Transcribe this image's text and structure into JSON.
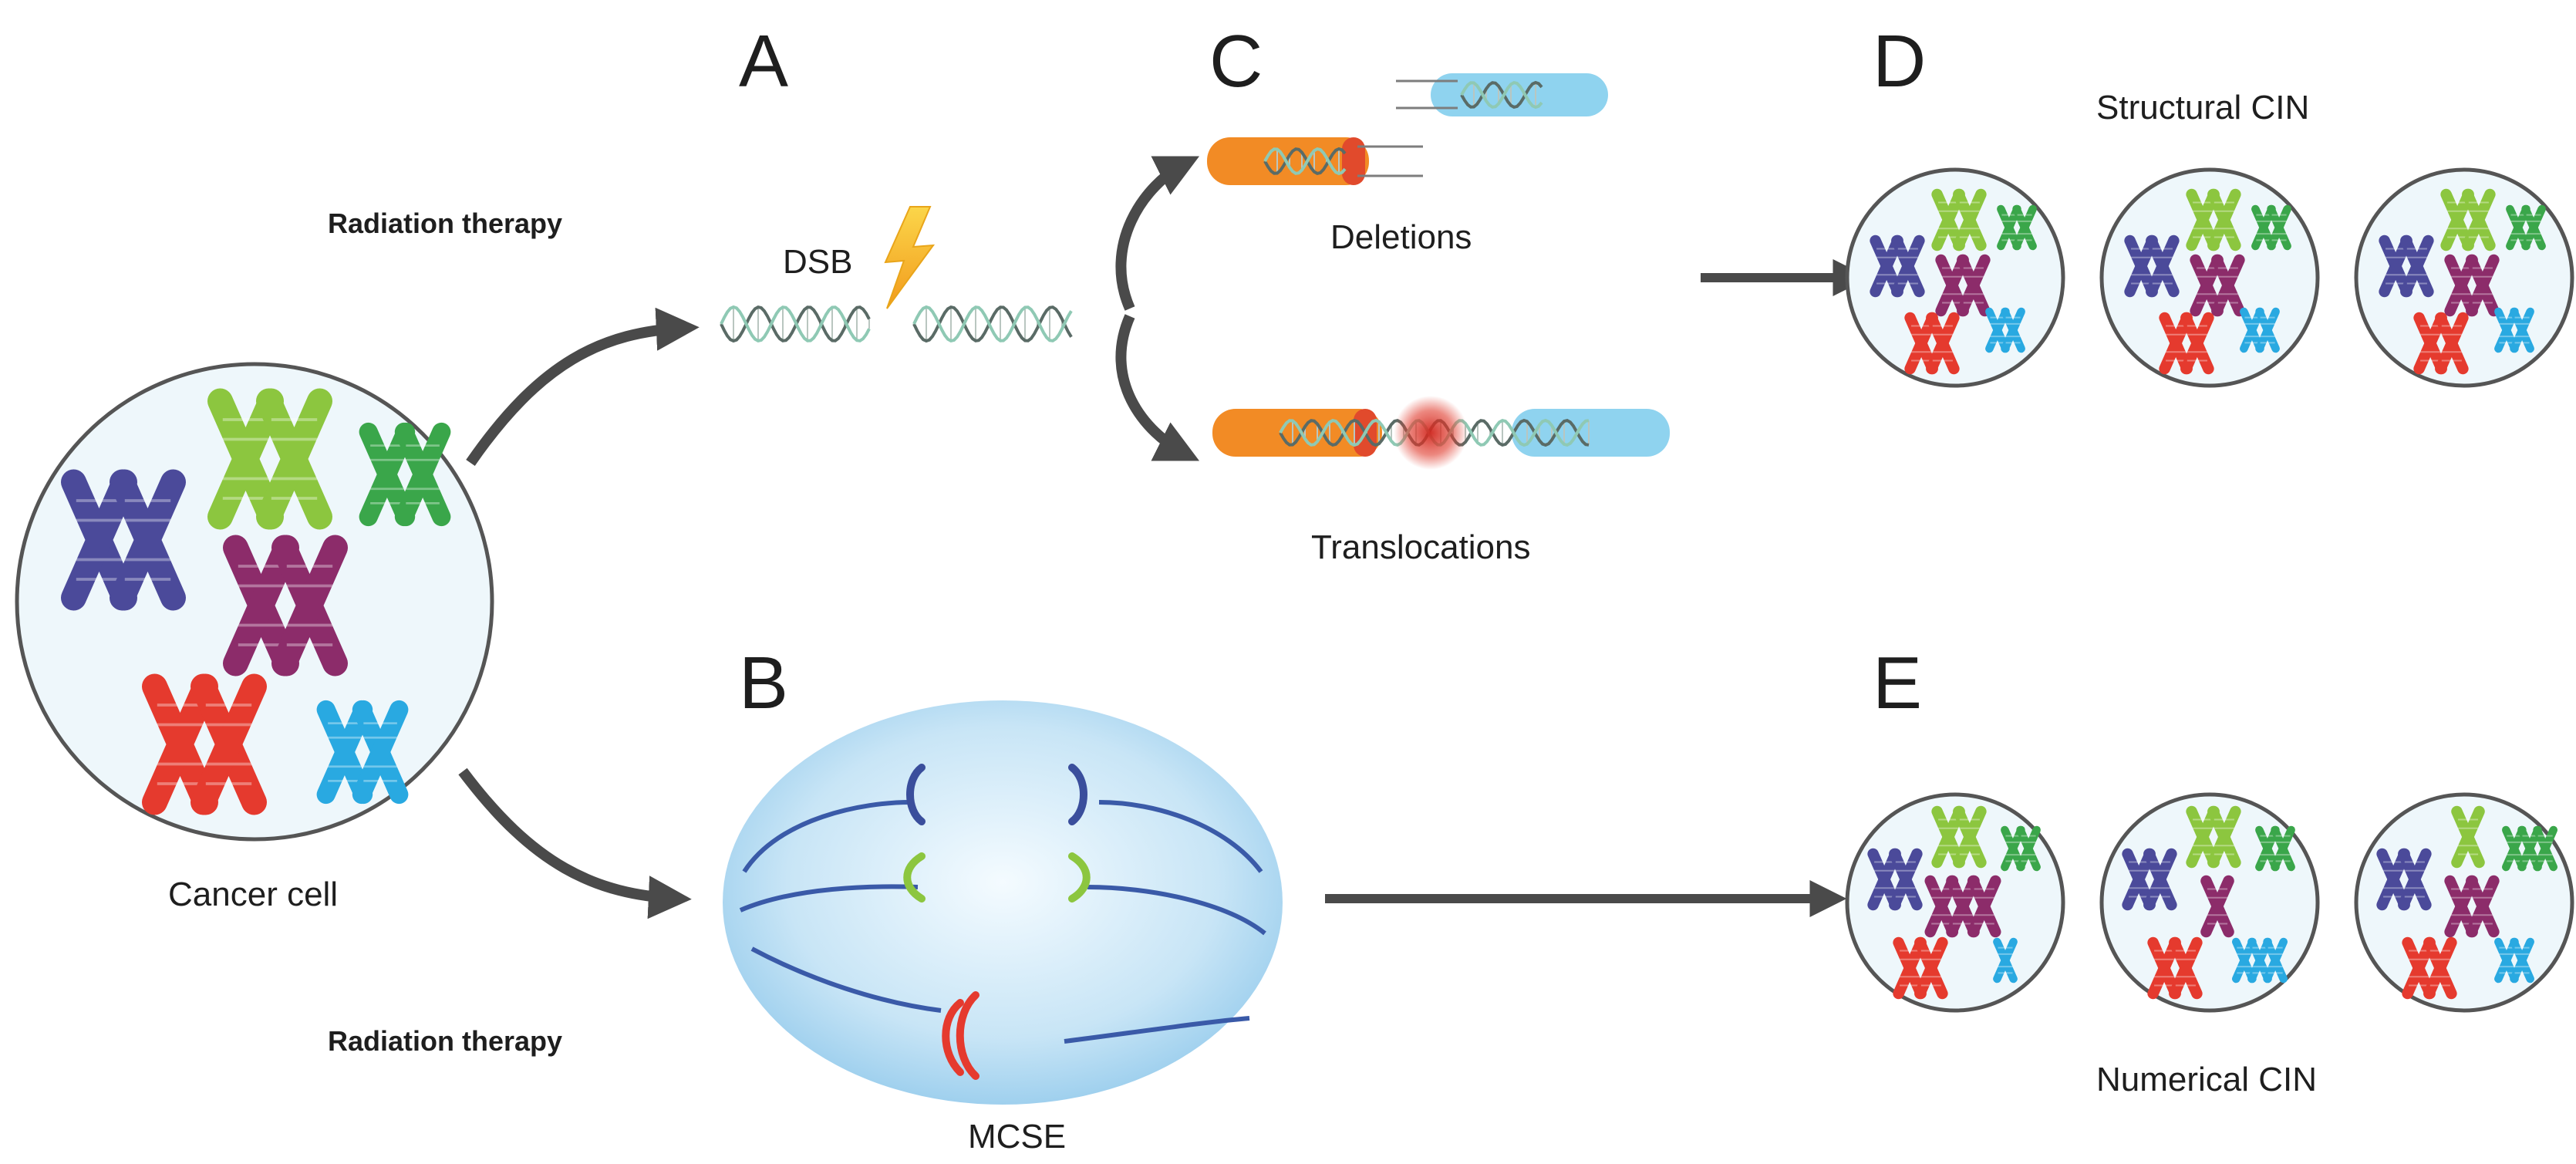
{
  "panels": {
    "a": "A",
    "b": "B",
    "c": "C",
    "d": "D",
    "e": "E"
  },
  "labels": {
    "radiation_top": "Radiation therapy",
    "radiation_bottom": "Radiation therapy",
    "dsb": "DSB",
    "deletions": "Deletions",
    "translocations": "Translocations",
    "structural_cin": "Structural CIN",
    "numerical_cin": "Numerical CIN",
    "cancer_cell": "Cancer cell",
    "mcse": "MCSE"
  },
  "colors": {
    "purple": "#4b4a9a",
    "light_green": "#8cc63f",
    "dark_green": "#3aa64a",
    "magenta": "#8c2c6a",
    "red": "#e53a2e",
    "cyan": "#29a9e1",
    "orange": "#f28b25",
    "light_blue": "#8fd3ef",
    "cell_fill": "#eef7fb",
    "arrow": "#4a4a4a",
    "spindle_fill": "#cfe8f7",
    "bolt": "#f7c51e"
  },
  "icons": [
    "lightning-bolt-icon",
    "dna-helix-icon"
  ]
}
